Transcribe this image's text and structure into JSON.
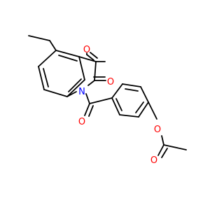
{
  "structure": {
    "atoms": {
      "o_c3": "O",
      "o_c2": "O",
      "n1": "N",
      "o_amide": "O",
      "o_ester": "O",
      "o_carbonyl": "O"
    }
  },
  "colors": {
    "bond": "#000000",
    "oxygen": "#ff0000",
    "nitrogen": "#0000ff",
    "background": "#ffffff"
  }
}
